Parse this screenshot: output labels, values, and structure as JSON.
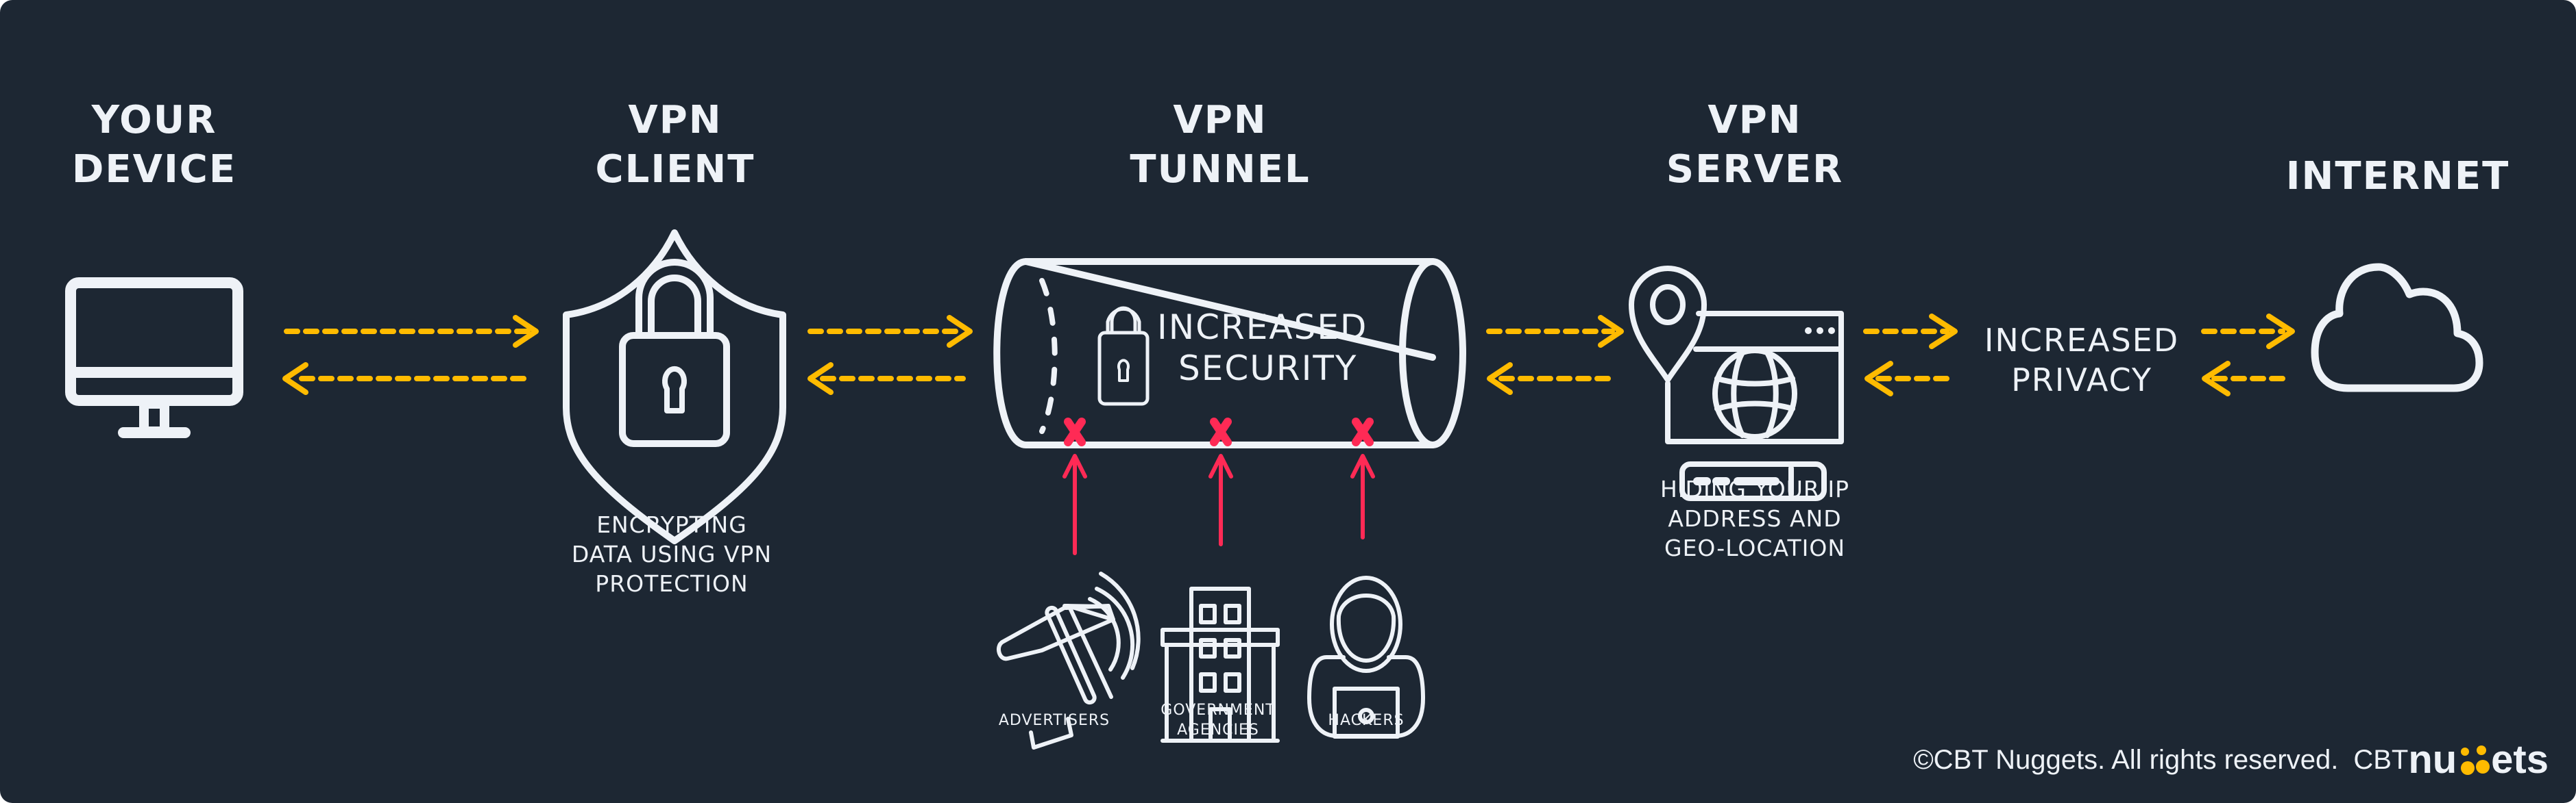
{
  "colors": {
    "background": "#1d2733",
    "foreground": "#eef2f7",
    "arrow": "#ffbb00",
    "threat": "#ff2a55",
    "brand_dot": "#ffbb00"
  },
  "nodes": [
    {
      "id": "your-device",
      "title": [
        "YOUR",
        "DEVICE"
      ],
      "icon": "monitor-icon"
    },
    {
      "id": "vpn-client",
      "title": [
        "VPN",
        "CLIENT"
      ],
      "icon": "shield-lock-icon",
      "caption": [
        "ENCRYPTING",
        "DATA USING VPN",
        "PROTECTION"
      ]
    },
    {
      "id": "vpn-tunnel",
      "title": [
        "VPN",
        "TUNNEL"
      ],
      "icon": "tunnel-cylinder-icon",
      "inner_label": [
        "INCREASED",
        "SECURITY"
      ],
      "inner_icon": "padlock-icon"
    },
    {
      "id": "vpn-server",
      "title": [
        "VPN",
        "SERVER"
      ],
      "icon": "server-location-globe-icon",
      "caption": [
        "HIDING YOUR IP",
        "ADDRESS AND",
        "GEO-LOCATION"
      ]
    },
    {
      "id": "internet",
      "title": [
        "INTERNET"
      ],
      "icon": "cloud-icon"
    }
  ],
  "privacy_label": [
    "INCREASED",
    "PRIVACY"
  ],
  "threats": [
    {
      "label": [
        "ADVERTISERS"
      ],
      "icon": "megaphone-icon",
      "status": "blocked"
    },
    {
      "label": [
        "GOVERNMENT",
        "AGENCIES"
      ],
      "icon": "building-icon",
      "status": "blocked"
    },
    {
      "label": [
        "HACKERS"
      ],
      "icon": "hooded-hacker-icon",
      "status": "blocked"
    }
  ],
  "connections": [
    {
      "from": "your-device",
      "to": "vpn-client",
      "bidirectional": true
    },
    {
      "from": "vpn-client",
      "to": "vpn-tunnel",
      "bidirectional": true
    },
    {
      "from": "vpn-tunnel",
      "to": "vpn-server",
      "bidirectional": true
    },
    {
      "from": "vpn-server",
      "to": "increased-privacy",
      "bidirectional": true
    },
    {
      "from": "increased-privacy",
      "to": "internet",
      "bidirectional": true
    }
  ],
  "footer": {
    "copyright": "©CBT Nuggets. All rights reserved.",
    "brand_prefix": "CBT",
    "brand_main_a": "nu",
    "brand_main_b": "ets"
  }
}
